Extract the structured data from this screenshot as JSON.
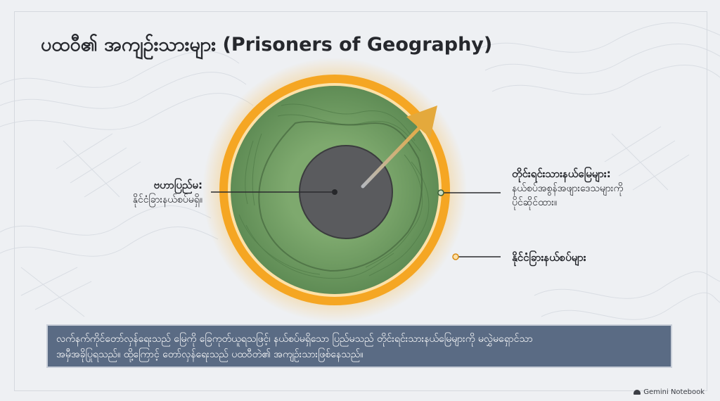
{
  "title": "ပထဝီ၏ အကျဉ်းသားများ (Prisoners of Geography)",
  "labels": {
    "center_heading": "ဗဟာပြည်မ:",
    "center_text": "နိုင်ငံခြားနယ်စပ်မရှိ။",
    "green_heading": "တိုင်းရင်းသားနယ်မြေများ:",
    "green_text_1": "နယ်စပ်အစွန်အဖျားဒေသများကို",
    "green_text_2": "ပိုင်ဆိုင်ထား။",
    "border_heading": "နိုင်ငံခြားနယ်စပ်များ"
  },
  "caption": {
    "line1": "လက်နက်ကိုင်တော်လှန်ရေးသည် မြေကို ခြေကုတ်ယူရသဖြင့်၊ နယ်စပ်မရှိသော ပြည်မသည် တိုင်းရင်းသားနယ်မြေများကို မလွှဲမရှောင်သာ",
    "line2": "အမှီအခိုပြုရသည်။ ထို့ကြောင့် တော်လှန်ရေးသည် ပထဝီတဲ၏ အကျဉ်းသားဖြစ်နေသည်။"
  },
  "watermark": "Gemini Notebook",
  "colors": {
    "background": "#eef0f3",
    "outer_ring": "#f2a225",
    "green_zone": "#6f9a62",
    "core": "#5b5c5e",
    "arrow": "#d8a649",
    "caption_bg": "#5a6b84"
  },
  "icons": [
    "north-east-arrow-icon",
    "gemini-logo-icon"
  ]
}
